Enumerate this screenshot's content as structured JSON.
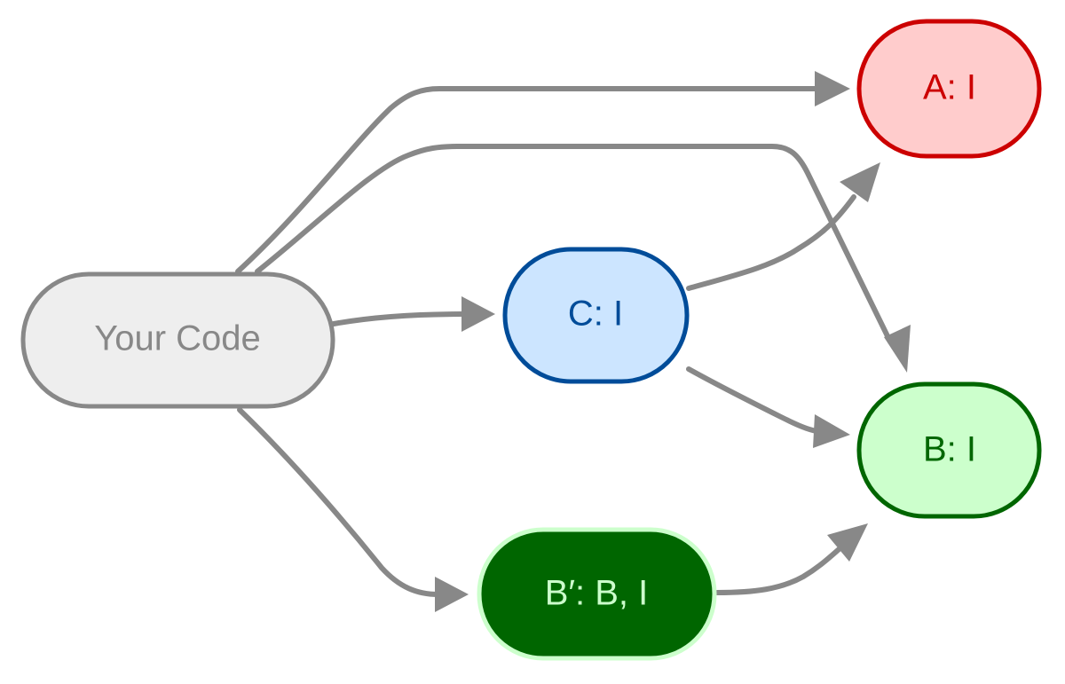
{
  "diagram": {
    "edge_color": "#888888",
    "nodes": {
      "your_code": {
        "label": "Your Code",
        "fill": "#eeeeee",
        "stroke": "#888888",
        "text_color": "#888888"
      },
      "a": {
        "label": "A: I",
        "fill": "#ffcccc",
        "stroke": "#cc0000",
        "text_color": "#cc0000"
      },
      "c": {
        "label": "C: I",
        "fill": "#cce5ff",
        "stroke": "#004c99",
        "text_color": "#004c99"
      },
      "b": {
        "label": "B: I",
        "fill": "#ccffcc",
        "stroke": "#006600",
        "text_color": "#006600"
      },
      "b_prime": {
        "label": "B′: B, I",
        "fill": "#006600",
        "stroke": "#ccffcc",
        "text_color": "#ccffcc"
      }
    },
    "edges": [
      {
        "from": "your_code",
        "to": "a"
      },
      {
        "from": "your_code",
        "to": "b"
      },
      {
        "from": "your_code",
        "to": "c"
      },
      {
        "from": "your_code",
        "to": "b_prime"
      },
      {
        "from": "c",
        "to": "a"
      },
      {
        "from": "c",
        "to": "b"
      },
      {
        "from": "b_prime",
        "to": "b"
      }
    ]
  }
}
